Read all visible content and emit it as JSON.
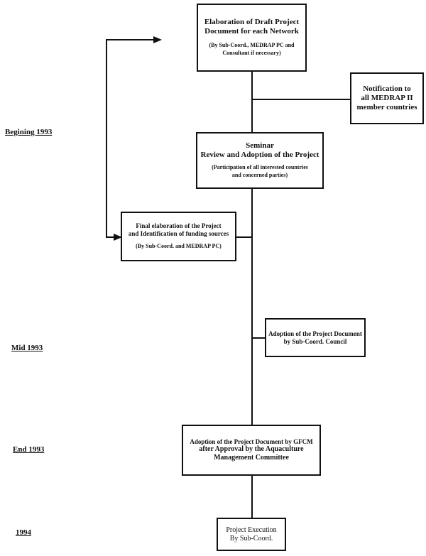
{
  "boxes": {
    "draft": {
      "title1": "Elaboration of Draft Project",
      "title2": "Document for each Network",
      "note1": "(By Sub-Coord., MEDRAP PC and",
      "note2": "Consultant if necessary)"
    },
    "notification": {
      "line1": "Notification to",
      "line2": "all MEDRAP II",
      "line3": "member countries"
    },
    "seminar": {
      "title1": "Seminar",
      "title2": "Review and Adoption of the Project",
      "note1": "(Participation of all interested countries",
      "note2": "and concerned parties)"
    },
    "final": {
      "title1": "Final elaboration of the Project",
      "title2": "and Identification of funding sources",
      "note": "(By Sub-Coord. and MEDRAP PC)"
    },
    "subcoord": {
      "line1": "Adoption of the Project Document",
      "line2": "by Sub-Coord. Council"
    },
    "gfcm": {
      "line1": "Adoption of the Project Document by GFCM",
      "line2": "after Approval by the Aquaculture",
      "line3": "Management Committee"
    },
    "execution": {
      "line1": "Project Execution",
      "line2": "By Sub-Coord."
    }
  },
  "timeline": {
    "begining_1993": "Begining 1993",
    "mid_1993": "Mid 1993",
    "end_1993": "End 1993",
    "y1994": "1994"
  }
}
